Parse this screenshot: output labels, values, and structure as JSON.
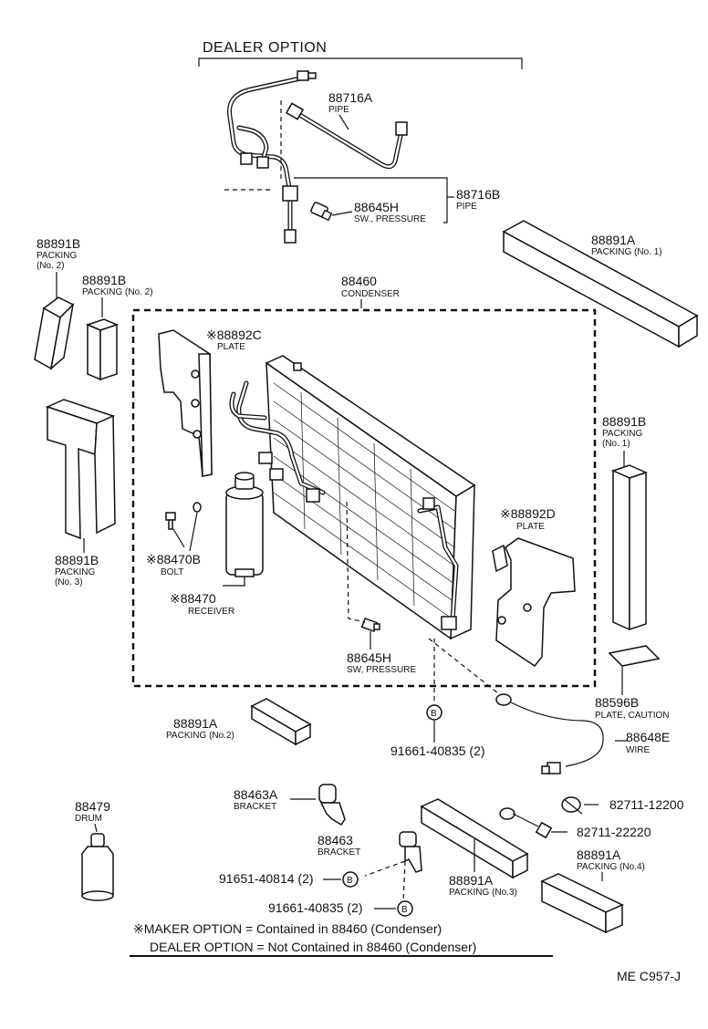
{
  "header": {
    "dealer_option": "DEALER OPTION"
  },
  "parts": {
    "p88716A": {
      "pn": "88716A",
      "desc": "PIPE"
    },
    "p88716B": {
      "pn": "88716B",
      "desc": "PIPE"
    },
    "p88645H_top": {
      "pn": "88645H",
      "desc": "SW., PRESSURE"
    },
    "p88891B_no2a": {
      "pn": "88891B",
      "desc1": "PACKING",
      "desc2": "(No. 2)"
    },
    "p88891B_no2b": {
      "pn": "88891B",
      "desc": "PACKING (No. 2)"
    },
    "p88891A_no1": {
      "pn": "88891A",
      "desc": "PACKING (No. 1)"
    },
    "p88460": {
      "pn": "88460",
      "desc": "CONDENSER"
    },
    "p88892C": {
      "pn": "88892C",
      "desc": "PLATE",
      "mark": "※"
    },
    "p88891B_no1": {
      "pn": "88891B",
      "desc1": "PACKING",
      "desc2": "(No. 1)"
    },
    "p88891B_no3": {
      "pn": "88891B",
      "desc1": "PACKING",
      "desc2": "(No. 3)"
    },
    "p88470B": {
      "pn": "88470B",
      "desc": "BOLT",
      "mark": "※"
    },
    "p88470": {
      "pn": "88470",
      "desc": "RECEIVER",
      "mark": "※"
    },
    "p88892D": {
      "pn": "88892D",
      "desc": "PLATE",
      "mark": "※"
    },
    "p88645H_mid": {
      "pn": "88645H",
      "desc": "SW, PRESSURE"
    },
    "p88596B": {
      "pn": "88596B",
      "desc": "PLATE, CAUTION"
    },
    "p88891A_no2": {
      "pn": "88891A",
      "desc": "PACKING (No.2)"
    },
    "p91661_a": {
      "pn": "91661-40835 (2)",
      "circle": "B"
    },
    "p88648E": {
      "pn": "88648E",
      "desc": "WIRE"
    },
    "p88479": {
      "pn": "88479",
      "desc": "DRUM"
    },
    "p88463A": {
      "pn": "88463A",
      "desc": "BRACKET"
    },
    "p88463": {
      "pn": "88463",
      "desc": "BRACKET"
    },
    "p82711_12200": {
      "pn": "82711-12200"
    },
    "p82711_22220": {
      "pn": "82711-22220"
    },
    "p88891A_no4": {
      "pn": "88891A",
      "desc": "PACKING (No.4)"
    },
    "p88891A_no3": {
      "pn": "88891A",
      "desc": "PACKING (No.3)"
    },
    "p91651": {
      "pn": "91651-40814 (2)",
      "circle": "B"
    },
    "p91661_b": {
      "pn": "91661-40835 (2)",
      "circle": "B"
    }
  },
  "legend": {
    "maker_mark": "※",
    "maker": "MAKER  OPTION = Contained in 88460 (Condenser)",
    "dealer": "DEALER  OPTION = Not Contained in 88460 (Condenser)"
  },
  "footer": {
    "code": "ME  C957-J"
  }
}
